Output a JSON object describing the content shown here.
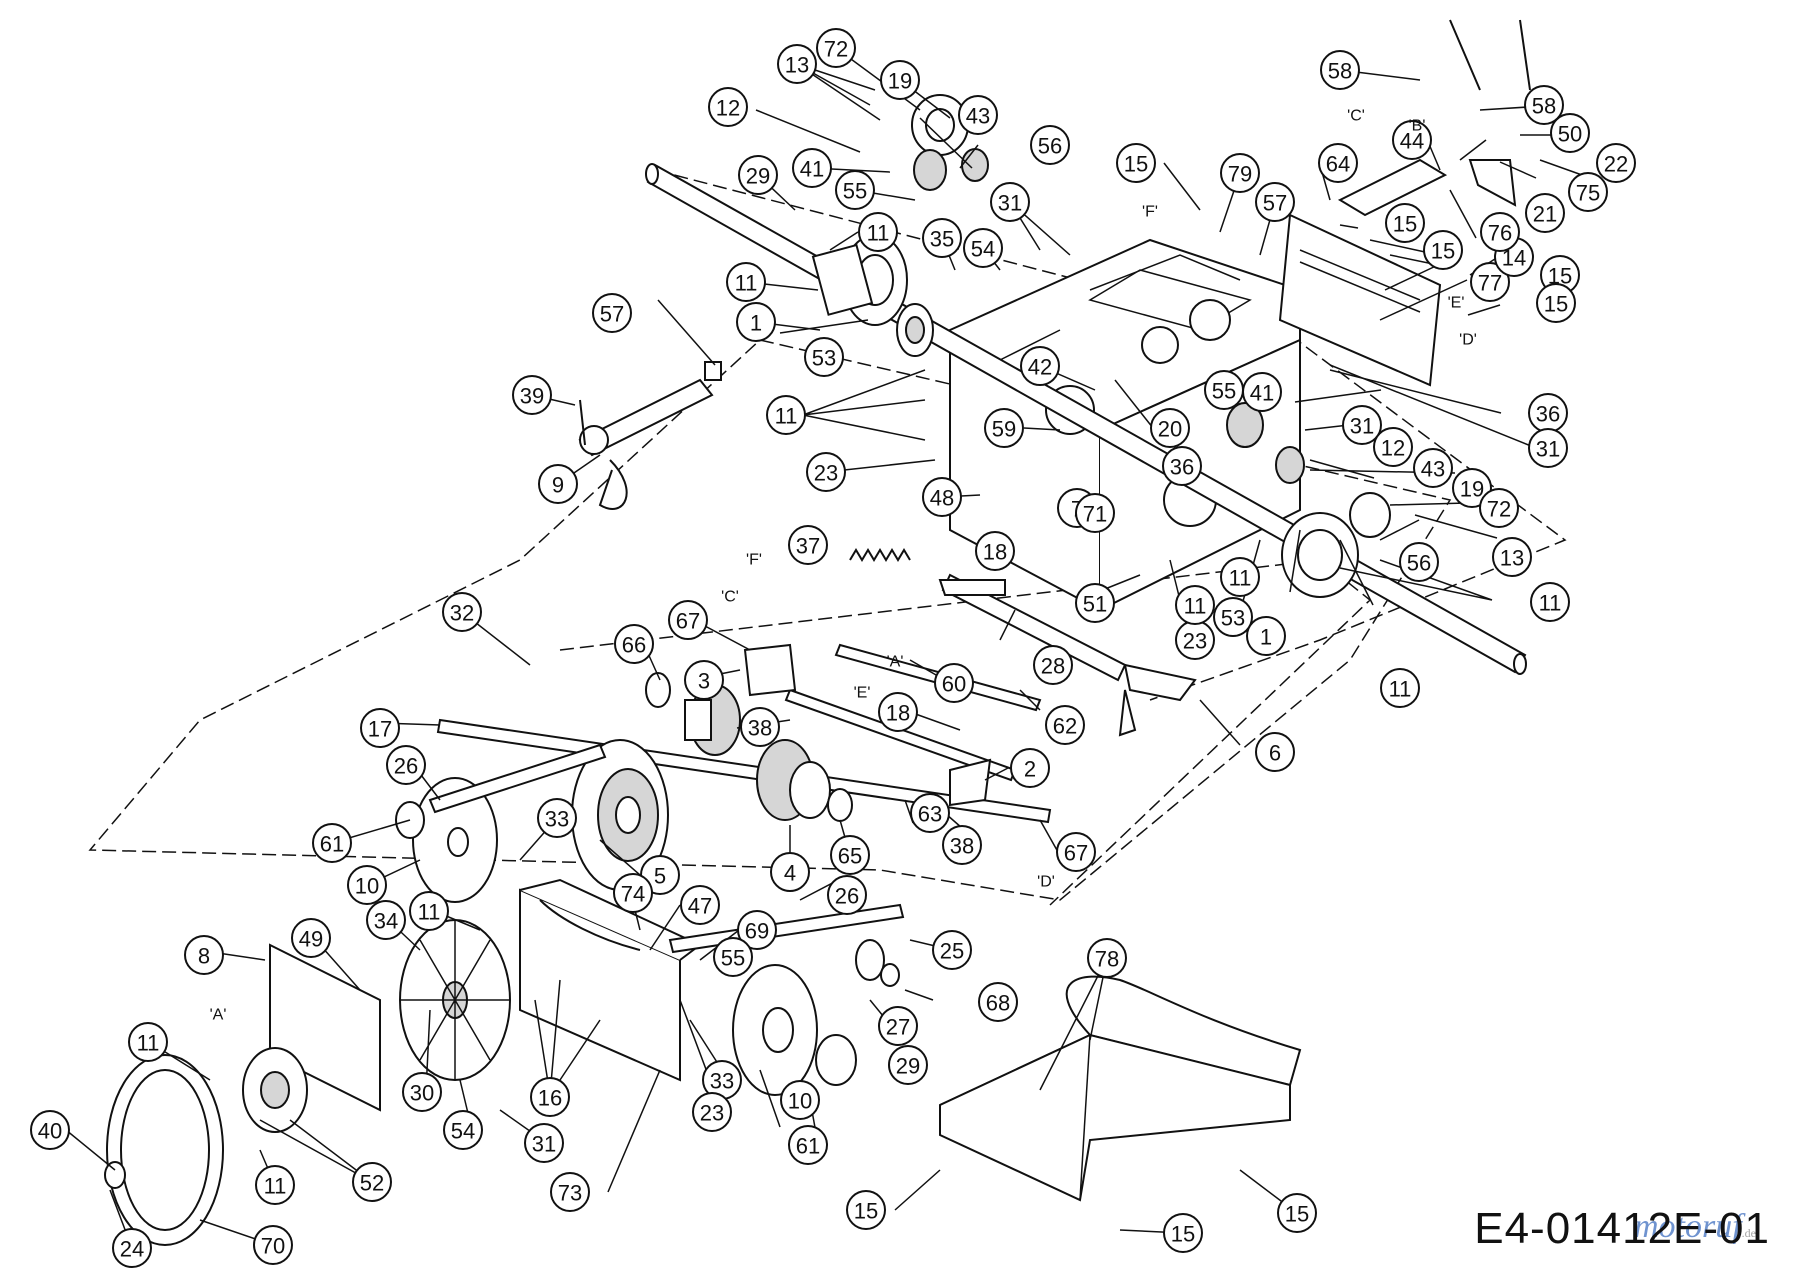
{
  "callouts": [
    {
      "id": "c-72-top",
      "label": "72"
    },
    {
      "id": "c-13-top",
      "label": "13"
    },
    {
      "id": "c-19-top",
      "label": "19"
    },
    {
      "id": "c-43-top",
      "label": "43"
    },
    {
      "id": "c-56-top",
      "label": "56"
    },
    {
      "id": "c-12-top",
      "label": "12"
    },
    {
      "id": "c-41-top",
      "label": "41"
    },
    {
      "id": "c-55-top",
      "label": "55"
    },
    {
      "id": "c-29-top",
      "label": "29"
    },
    {
      "id": "c-31-top",
      "label": "31"
    },
    {
      "id": "c-11-a",
      "label": "11"
    },
    {
      "id": "c-35",
      "label": "35"
    },
    {
      "id": "c-54-top",
      "label": "54"
    },
    {
      "id": "c-11-b",
      "label": "11"
    },
    {
      "id": "c-1-left",
      "label": "1"
    },
    {
      "id": "c-53-left",
      "label": "53"
    },
    {
      "id": "c-57-left",
      "label": "57"
    },
    {
      "id": "c-39",
      "label": "39"
    },
    {
      "id": "c-9",
      "label": "9"
    },
    {
      "id": "c-11-c",
      "label": "11"
    },
    {
      "id": "c-23-a",
      "label": "23"
    },
    {
      "id": "c-42",
      "label": "42"
    },
    {
      "id": "c-59",
      "label": "59"
    },
    {
      "id": "c-20",
      "label": "20"
    },
    {
      "id": "c-48",
      "label": "48"
    },
    {
      "id": "c-7",
      "label": "7"
    },
    {
      "id": "c-71",
      "label": "71"
    },
    {
      "id": "c-37",
      "label": "37"
    },
    {
      "id": "c-18-a",
      "label": "18"
    },
    {
      "id": "c-51",
      "label": "51"
    },
    {
      "id": "c-23-b",
      "label": "23"
    },
    {
      "id": "c-11-d",
      "label": "11"
    },
    {
      "id": "c-11-e",
      "label": "11"
    },
    {
      "id": "c-53-right",
      "label": "53"
    },
    {
      "id": "c-1-right",
      "label": "1"
    },
    {
      "id": "c-11-f",
      "label": "11"
    },
    {
      "id": "c-11-g",
      "label": "11"
    },
    {
      "id": "c-15-a",
      "label": "15"
    },
    {
      "id": "c-79",
      "label": "79"
    },
    {
      "id": "c-64",
      "label": "64"
    },
    {
      "id": "c-57-right",
      "label": "57"
    },
    {
      "id": "c-15-b",
      "label": "15"
    },
    {
      "id": "c-15-c",
      "label": "15"
    },
    {
      "id": "c-77",
      "label": "77"
    },
    {
      "id": "c-15-d",
      "label": "15"
    },
    {
      "id": "c-15-e",
      "label": "15"
    },
    {
      "id": "c-14",
      "label": "14"
    },
    {
      "id": "c-76",
      "label": "76"
    },
    {
      "id": "c-21",
      "label": "21"
    },
    {
      "id": "c-75",
      "label": "75"
    },
    {
      "id": "c-22",
      "label": "22"
    },
    {
      "id": "c-50",
      "label": "50"
    },
    {
      "id": "c-58-right",
      "label": "58"
    },
    {
      "id": "c-58-top",
      "label": "58"
    },
    {
      "id": "c-44",
      "label": "44"
    },
    {
      "id": "c-36-a",
      "label": "36"
    },
    {
      "id": "c-31-b",
      "label": "31"
    },
    {
      "id": "c-55-right",
      "label": "55"
    },
    {
      "id": "c-41-right",
      "label": "41"
    },
    {
      "id": "c-31-c",
      "label": "31"
    },
    {
      "id": "c-12-right",
      "label": "12"
    },
    {
      "id": "c-36-b",
      "label": "36"
    },
    {
      "id": "c-43-right",
      "label": "43"
    },
    {
      "id": "c-19-right",
      "label": "19"
    },
    {
      "id": "c-72-right",
      "label": "72"
    },
    {
      "id": "c-56-right",
      "label": "56"
    },
    {
      "id": "c-13-right",
      "label": "13"
    },
    {
      "id": "c-32",
      "label": "32"
    },
    {
      "id": "c-66",
      "label": "66"
    },
    {
      "id": "c-67-a",
      "label": "67"
    },
    {
      "id": "c-3",
      "label": "3"
    },
    {
      "id": "c-28",
      "label": "28"
    },
    {
      "id": "c-60",
      "label": "60"
    },
    {
      "id": "c-62",
      "label": "62"
    },
    {
      "id": "c-6",
      "label": "6"
    },
    {
      "id": "c-17",
      "label": "17"
    },
    {
      "id": "c-38-a",
      "label": "38"
    },
    {
      "id": "c-18-b",
      "label": "18"
    },
    {
      "id": "c-2",
      "label": "2"
    },
    {
      "id": "c-26-a",
      "label": "26"
    },
    {
      "id": "c-61-a",
      "label": "61"
    },
    {
      "id": "c-33-a",
      "label": "33"
    },
    {
      "id": "c-10-a",
      "label": "10"
    },
    {
      "id": "c-5",
      "label": "5"
    },
    {
      "id": "c-4",
      "label": "4"
    },
    {
      "id": "c-65",
      "label": "65"
    },
    {
      "id": "c-63",
      "label": "63"
    },
    {
      "id": "c-38-b",
      "label": "38"
    },
    {
      "id": "c-67-b",
      "label": "67"
    },
    {
      "id": "c-11-h",
      "label": "11"
    },
    {
      "id": "c-74",
      "label": "74"
    },
    {
      "id": "c-47",
      "label": "47"
    },
    {
      "id": "c-69",
      "label": "69"
    },
    {
      "id": "c-26-b",
      "label": "26"
    },
    {
      "id": "c-25",
      "label": "25"
    },
    {
      "id": "c-55-mid",
      "label": "55"
    },
    {
      "id": "c-68",
      "label": "68"
    },
    {
      "id": "c-8",
      "label": "8"
    },
    {
      "id": "c-49",
      "label": "49"
    },
    {
      "id": "c-34",
      "label": "34"
    },
    {
      "id": "c-27",
      "label": "27"
    },
    {
      "id": "c-29-b",
      "label": "29"
    },
    {
      "id": "c-11-i",
      "label": "11"
    },
    {
      "id": "c-30",
      "label": "30"
    },
    {
      "id": "c-16",
      "label": "16"
    },
    {
      "id": "c-33-b",
      "label": "33"
    },
    {
      "id": "c-23-c",
      "label": "23"
    },
    {
      "id": "c-10-b",
      "label": "10"
    },
    {
      "id": "c-61-b",
      "label": "61"
    },
    {
      "id": "c-40",
      "label": "40"
    },
    {
      "id": "c-54-bottom",
      "label": "54"
    },
    {
      "id": "c-31-d",
      "label": "31"
    },
    {
      "id": "c-11-j",
      "label": "11"
    },
    {
      "id": "c-52",
      "label": "52"
    },
    {
      "id": "c-73",
      "label": "73"
    },
    {
      "id": "c-24",
      "label": "24"
    },
    {
      "id": "c-70",
      "label": "70"
    },
    {
      "id": "c-78",
      "label": "78"
    },
    {
      "id": "c-15-f",
      "label": "15"
    },
    {
      "id": "c-15-g",
      "label": "15"
    },
    {
      "id": "c-15-h",
      "label": "15"
    }
  ],
  "reference_marks": [
    {
      "id": "r-F-top",
      "label": "'F'"
    },
    {
      "id": "r-C-top",
      "label": "'C'"
    },
    {
      "id": "r-B",
      "label": "'B'"
    },
    {
      "id": "r-E-top",
      "label": "'E'"
    },
    {
      "id": "r-D-top",
      "label": "'D'"
    },
    {
      "id": "r-F-mid",
      "label": "'F'"
    },
    {
      "id": "r-C-mid",
      "label": "'C'"
    },
    {
      "id": "r-A-mid",
      "label": "'A'"
    },
    {
      "id": "r-E-mid",
      "label": "'E'"
    },
    {
      "id": "r-D-mid",
      "label": "'D'"
    },
    {
      "id": "r-A-bottom",
      "label": "'A'"
    }
  ],
  "drawing_code": "E4-01412E-01",
  "watermark": {
    "text": "motoruf",
    "suffix": ".de"
  }
}
